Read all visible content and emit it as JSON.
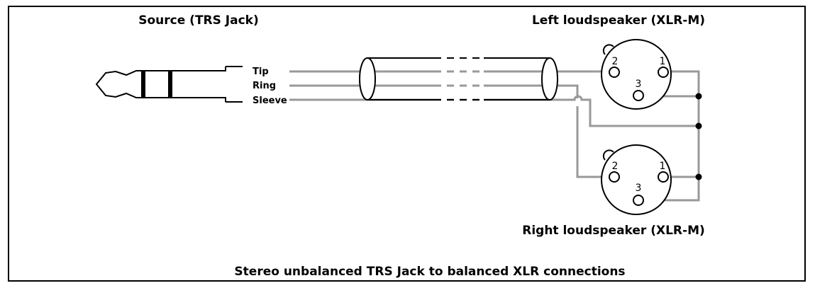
{
  "source_label": "Source (TRS Jack)",
  "left_label": "Left loudspeaker (XLR-M)",
  "right_label": "Right loudspeaker (XLR-M)",
  "caption": "Stereo unbalanced TRS Jack to balanced XLR connections",
  "wires": {
    "tip": "Tip",
    "ring": "Ring",
    "sleeve": "Sleeve"
  },
  "pins": {
    "one": "1",
    "two": "2",
    "three": "3"
  },
  "colors": {
    "line": "#000000",
    "wire": "#999999"
  }
}
